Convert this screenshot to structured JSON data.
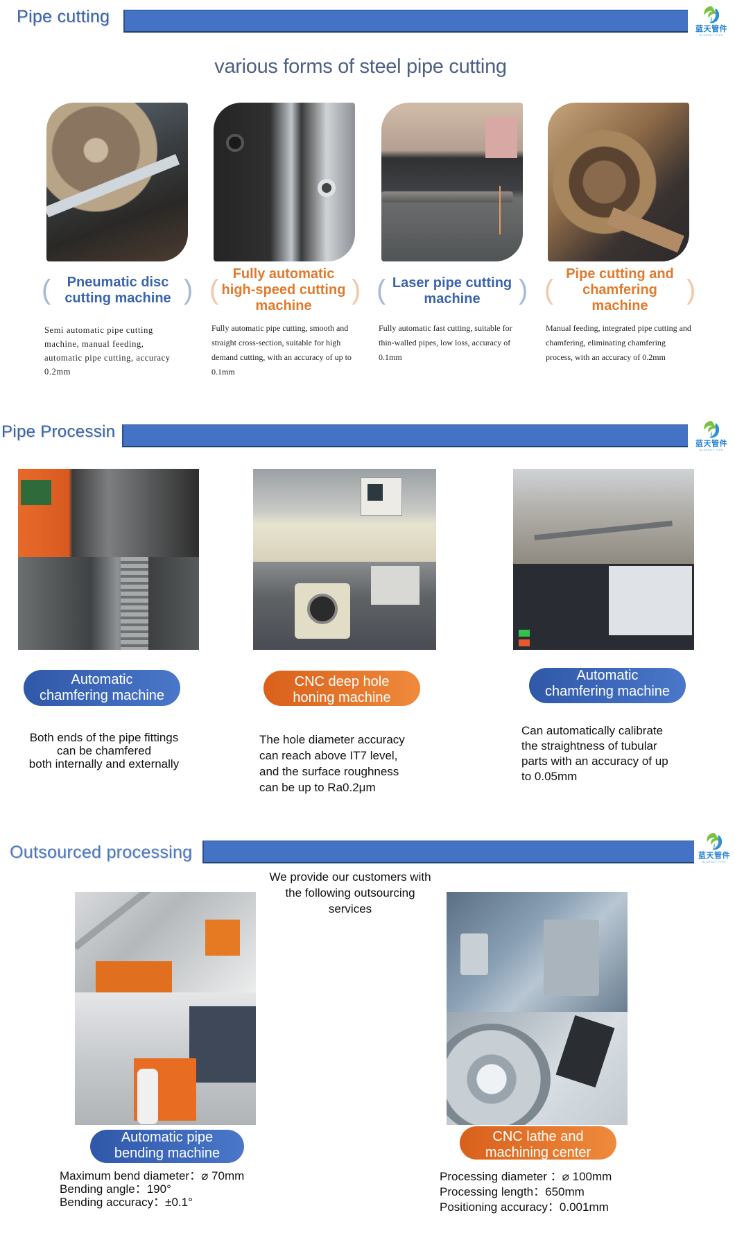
{
  "brand": {
    "logo_cn": "蓝天管件",
    "logo_en": "BLUESKY PIPE",
    "bar_color": "#4472c4",
    "accent_blue": "#3a64ad",
    "accent_orange": "#e07a2c"
  },
  "section_cutting": {
    "title": "Pipe cutting",
    "subtitle": "various forms of steel pipe cutting",
    "items": [
      {
        "label_lines": [
          "Pneumatic disc",
          "cutting machine"
        ],
        "color": "blue",
        "photo": "disc-saw-cutting-pipe",
        "desc": "Semi automatic pipe cutting machine, manual feeding, automatic pipe cutting, accuracy 0.2mm"
      },
      {
        "label_lines": [
          "Fully automatic",
          "high-speed cutting",
          "machine"
        ],
        "color": "orange",
        "photo": "high-speed-cutting-machine",
        "desc": "Fully automatic pipe cutting, smooth and straight cross-section, suitable for high demand cutting, with an accuracy of up to 0.1mm"
      },
      {
        "label_lines": [
          "Laser pipe cutting",
          "machine"
        ],
        "color": "blue",
        "photo": "laser-pipe-cutting",
        "desc": "Fully automatic fast cutting, suitable for thin-walled pipes, low loss, accuracy of 0.1mm"
      },
      {
        "label_lines": [
          "Pipe cutting and",
          "chamfering",
          "machine"
        ],
        "color": "orange",
        "photo": "pipe-cutting-chamfering-lathe",
        "desc": "Manual feeding, integrated pipe cutting and chamfering, eliminating chamfering process, with an accuracy of 0.2mm"
      }
    ]
  },
  "section_processing": {
    "title": "Pipe Processin",
    "items": [
      {
        "label_lines": [
          "Automatic",
          "chamfering machine"
        ],
        "color": "blue",
        "photo": "chamfering-roller-conveyor",
        "desc_lines": [
          "Both ends of the pipe fittings",
          "can be chamfered",
          "both internally and externally"
        ]
      },
      {
        "label_lines": [
          "CNC deep hole",
          "honing machine"
        ],
        "color": "orange",
        "photo": "cnc-deep-hole-honing",
        "desc_lines": [
          "The hole diameter accuracy",
          "can reach above IT7 level,",
          "and the surface roughness",
          "can be up to Ra0.2μm"
        ]
      },
      {
        "label_lines": [
          "Automatic",
          "chamfering machine"
        ],
        "color": "blue",
        "photo": "straightening-machine-with-screen",
        "desc_lines": [
          "Can automatically calibrate",
          "the straightness of tubular",
          "parts  with an accuracy of up",
          "to 0.05mm"
        ]
      }
    ]
  },
  "section_outsourced": {
    "title": "Outsourced processing",
    "intro_lines": [
      "We provide our customers with",
      "the following outsourcing",
      "services"
    ],
    "items": [
      {
        "label_lines": [
          "Automatic pipe",
          "bending machine"
        ],
        "color": "blue",
        "photo": "pipe-bending-machine",
        "specs": [
          "Maximum bend diameter：⌀ 70mm",
          "Bending angle：190°",
          "Bending accuracy：±0.1°"
        ]
      },
      {
        "label_lines": [
          "CNC lathe and",
          "machining center"
        ],
        "color": "orange",
        "photo": "cnc-lathe-turret",
        "specs": [
          "Processing diameter ：⌀ 100mm",
          "Processing  length：650mm",
          "Positioning accuracy：0.001mm"
        ]
      }
    ]
  }
}
